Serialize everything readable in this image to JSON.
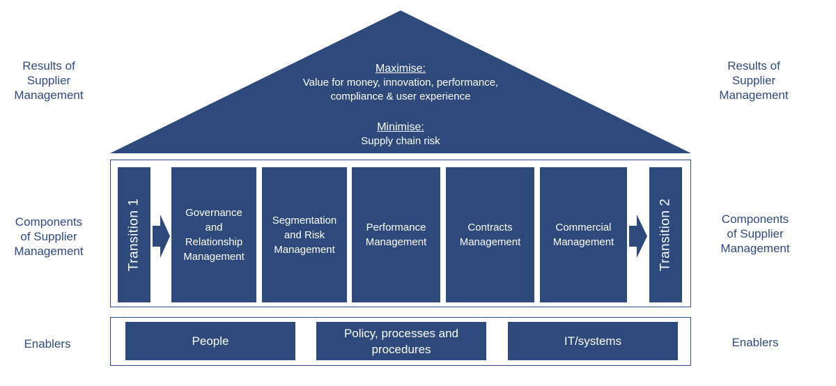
{
  "colors": {
    "primary": "#2e4a7d",
    "text_on_primary": "#ffffff",
    "background": "#ffffff"
  },
  "side_labels": {
    "results_left": "Results of\nSupplier\nManagement",
    "results_right": "Results of\nSupplier\nManagement",
    "components_left": "Components\nof Supplier\nManagement",
    "components_right": "Components\nof Supplier\nManagement",
    "enablers_left": "Enablers",
    "enablers_right": "Enablers"
  },
  "roof": {
    "maximise_heading": "Maximise:",
    "maximise_line1": "Value for money, innovation, performance,",
    "maximise_line2": "compliance & user experience",
    "minimise_heading": "Minimise:",
    "minimise_line1": "Supply chain risk"
  },
  "components": {
    "transition_1": "Transition 1",
    "transition_2": "Transition 2",
    "pillars": [
      "Governance and Relationship Management",
      "Segmentation and Risk Management",
      "Performance Management",
      "Contracts Management",
      "Commercial Management"
    ]
  },
  "enablers": [
    "People",
    "Policy, processes and procedures",
    "IT/systems"
  ]
}
